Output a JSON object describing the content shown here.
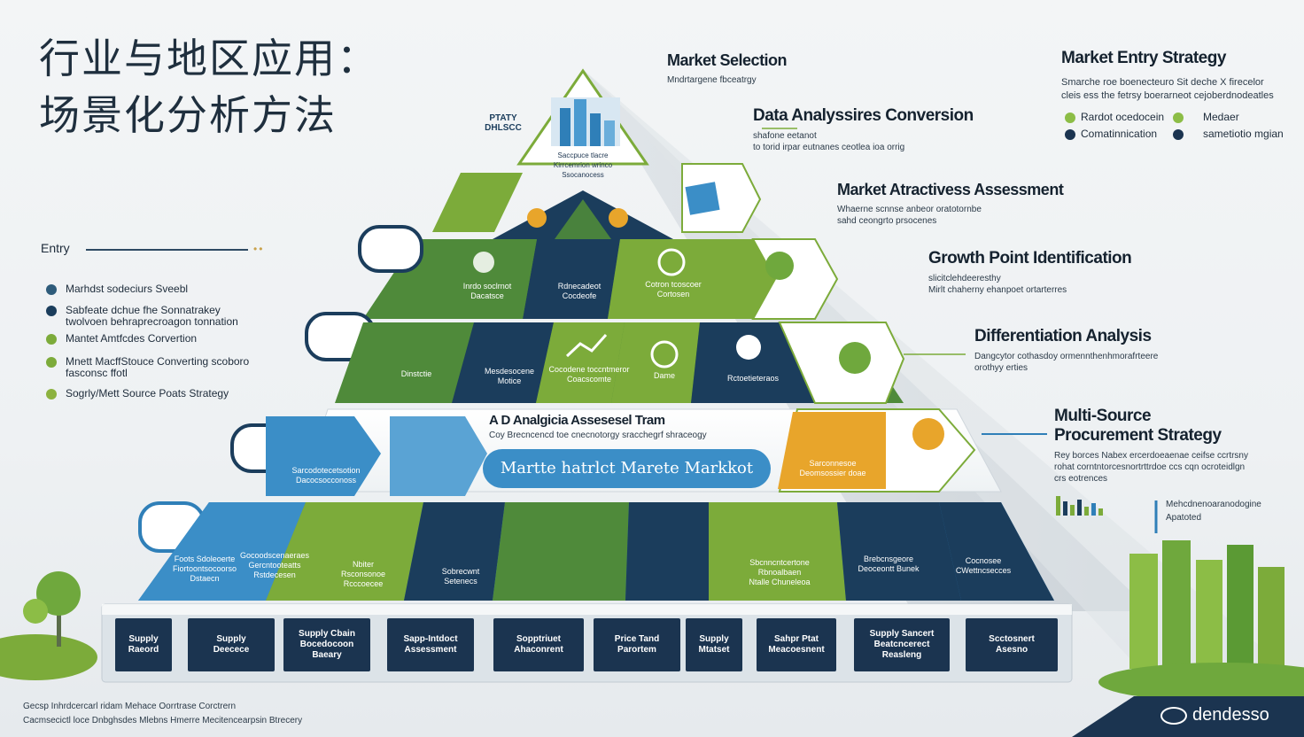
{
  "title_line1": "行业与地区应用：",
  "title_line2": "场景化分析方法",
  "apex": {
    "tag": "PTATY DHLSCC",
    "caption": "Saccpuce tlacre Kirrcemrion wrinco Ssocanocess"
  },
  "entry": {
    "label": "Entry",
    "items": [
      {
        "text": "Marhdst sodeciurs Sveebl",
        "color": "#2e5b7a"
      },
      {
        "text": "Sabfeate dchue fhe Sonnatrakey twolvoen behraprecroagon tonnation",
        "color": "#1b3d5c"
      },
      {
        "text": "Mantet Amtfcdes Corvertion",
        "color": "#7cab3a"
      },
      {
        "text": "Mnett MacffStouce Converting scoboro fasconsc ffotl",
        "color": "#7cab3a"
      },
      {
        "text": "Sogrly/Mett Source Poats Strategy",
        "color": "#8cb23f"
      }
    ]
  },
  "right_labels": [
    {
      "title": "Market Selection",
      "sub": "Mndrtargene fbceatrgy"
    },
    {
      "title": "Data Analyssires Conversion",
      "sub": "shafone eetanot\nto torid irpar eutnanes ceotlea ioa orrig"
    },
    {
      "title": "Market Atractivess Assessment",
      "sub": "Whaerne scnnse anbeor oratotornbe\nsahd ceongrto prsocenes"
    },
    {
      "title": "Growth Point Identification",
      "sub": "slicitclehdeeresthy\nMirlt chaherny ehanpoet ortarterres"
    },
    {
      "title": "Differentiation Analysis",
      "sub": "Dangcytor cothasdoy ormennthenhmorafrteere\norothyy erties"
    },
    {
      "title": "Multi-Source\nProcurement Strategy",
      "sub": "Rey borces Nabex ercerdoeaenae ceifse ccrtrsny\nrohat corntntorcesnortrttrdoe ccs cqn ocroteidlgn\ncrs eotrences"
    }
  ],
  "market_entry": {
    "title": "Market Entry Strategy",
    "sub": "Smarche roe boenecteuro Sit deche X firecelor\ncleis ess the fetrsy boerarneot cejoberdnodeatles",
    "legend": [
      {
        "text": "Rardot ocedocein",
        "color": "#8cbd46"
      },
      {
        "text": "Medaer",
        "color": "#8cbd46"
      },
      {
        "text": "Comatinnication",
        "color": "#1b3450"
      },
      {
        "text": "sametiotio mgian",
        "color": "#1b3450"
      }
    ]
  },
  "green_tier": [
    {
      "text": "Inrdo soclrnot\nDacatsce"
    },
    {
      "text": "Rdnecadeot\nCocdeofe"
    },
    {
      "text": "Cotron tcoscoer\nCortosen"
    }
  ],
  "mid_tier": [
    {
      "text": "Dinstctie"
    },
    {
      "text": "Mesdesocene\nMotice"
    },
    {
      "text": "Cocodene toccntmeror\nCoacscomte"
    },
    {
      "text": "Dame"
    },
    {
      "text": "Rctoetieteraos"
    }
  ],
  "white_tier": {
    "title": "A D Analgicia Assesesel Tram",
    "sub": "Coy Brecncencd toe cnecnotorgy sracchegrf shraceogy",
    "button": "Martte hatrlct Marete Markkot",
    "left_caption": "Sarcodotecetsotion\nDacocsocconoss",
    "orange_caption": "Sarconnesoe\nDeomsossier doae"
  },
  "lower_tier": [
    {
      "text": "Foots Sdoleoerte\nFiortoontsocoorso\nDstaecn"
    },
    {
      "text": "Gocoodscenaeraes\nGercntooteatts\nRstdecesen"
    },
    {
      "text": "Nbiter\nRsconsonoe\nRcccoecee"
    },
    {
      "text": "Sobrecwnt\nSetenecs"
    },
    {
      "text": ""
    },
    {
      "text": ""
    },
    {
      "text": "Sbcnncntcertone\nRbnoalbaen\nNtalle Chuneleoa"
    },
    {
      "text": "Brebcnsgeore\nDeoceontt Bunek"
    },
    {
      "text": "Cocnosee\nCWettncsecces"
    }
  ],
  "base_boxes": [
    {
      "text": "Supply\nRaeord"
    },
    {
      "text": "Supply\nDeecece"
    },
    {
      "text": "Supply Cbain\nBocedocoon\nBaeary"
    },
    {
      "text": "Sapp-Intdoct\nAssessment"
    },
    {
      "text": "Sopptriuet\nAhaconrent"
    },
    {
      "text": "Price Tand\nParortem"
    },
    {
      "text": "Supply\nMtatset"
    },
    {
      "text": "Sahpr Ptat\nMeacoesnent"
    },
    {
      "text": "Supply Sancert\nBeatcncerect\nReasleng"
    },
    {
      "text": "Scctosnert\nAsesno"
    }
  ],
  "side_note": "Mehcdnenoaranodogine\nApatoted",
  "footer": {
    "line1": "Gecsp Inhrdcercarl ridam Mehace Oorrtrase Corctrern",
    "line2": "Cacmsecictl loce Dnbghsdes Mlebns Hmerre Mecitencearpsin Btrecery"
  },
  "brand": "dendesso"
}
